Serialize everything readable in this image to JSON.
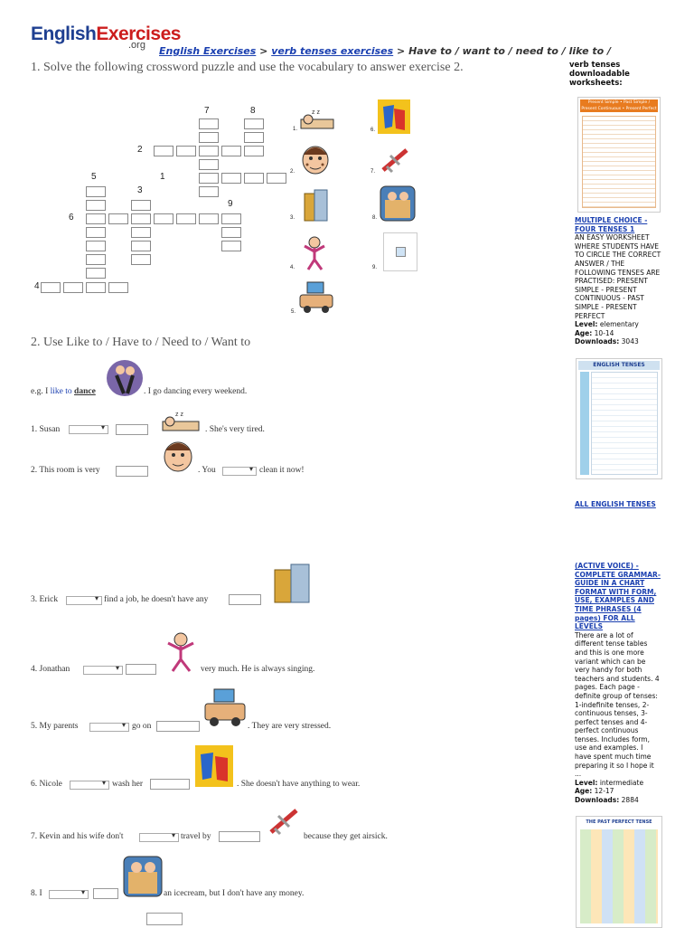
{
  "logo": {
    "english": "English",
    "exercises": "Exercises",
    "org": ".org"
  },
  "breadcrumb": {
    "link1": "English Exercises",
    "sep1": " > ",
    "link2": "verb tenses exercises",
    "sep2": " > ",
    "current": "Have to / want to / need to / like to /"
  },
  "section1": {
    "title": "1. Solve the following crossword puzzle and use the vocabulary to answer exercise 2."
  },
  "crossword": {
    "numbers": [
      "7",
      "8",
      "2",
      "5",
      "1",
      "3",
      "9",
      "6",
      "4"
    ]
  },
  "pictures": {
    "labels": [
      "1.",
      "2.",
      "3.",
      "4.",
      "5.",
      "6.",
      "7.",
      "8.",
      "9."
    ]
  },
  "section2": {
    "title": "2. Use Like to / Have to / Need to / Want to"
  },
  "example": {
    "prefix": "e.g. I ",
    "verb": "like to",
    "answer": "dance",
    "suffix": ". I go dancing every weekend."
  },
  "questions": [
    {
      "a": "1. Susan",
      "b": "",
      "c": ". She's very tired."
    },
    {
      "a": "2. This room is very",
      "b": ". You",
      "c": "clean it now!"
    },
    {
      "a": "3. Erick",
      "b": "find a job, he doesn't have any",
      "c": ""
    },
    {
      "a": "4. Jonathan",
      "b": "",
      "c": "very much. He is always singing."
    },
    {
      "a": "5. My parents",
      "b": "go on",
      "c": ". They are very stressed."
    },
    {
      "a": "6. Nicole",
      "b": "wash her",
      "c": ". She doesn't have anything to wear."
    },
    {
      "a": "7. Kevin and his wife don't",
      "b": "travel by",
      "c": "because they get airsick."
    },
    {
      "a": "8. I",
      "b": "",
      "c": "an icecream, but I don't have any money."
    }
  ],
  "sidebar": {
    "heading": "verb tenses downloadable worksheets:",
    "items": [
      {
        "title": "MULTIPLE CHOICE - FOUR TENSES 1",
        "desc": "AN EASY WORKSHEET WHERE STUDENTS HAVE TO CIRCLE THE CORRECT ANSWER / THE FOLLOWING TENSES ARE PRACTISED: PRESENT SIMPLE - PRESENT CONTINUOUS - PAST SIMPLE - PRESENT PERFECT",
        "level_label": "Level:",
        "level": "elementary",
        "age_label": "Age:",
        "age": "10-14",
        "downloads_label": "Downloads:",
        "downloads": "3043",
        "thumb_title": "Present Simple • Past Simple / Present Continuous • Present Perfect"
      },
      {
        "title": "ALL ENGLISH TENSES",
        "thumb_title": "ENGLISH TENSES"
      },
      {
        "title": "(ACTIVE VOICE) - COMPLETE GRAMMAR-GUIDE IN A CHART FORMAT WITH FORM, USE, EXAMPLES AND TIME PHRASES (4 pages) FOR ALL LEVELS",
        "desc": "There are a lot of different tense tables and this is one more variant which can be very handy for both teachers and students. 4 pages. Each page - definite group of tenses: 1-indefinite tenses, 2-continuous tenses, 3-perfect tenses and 4-perfect continuous tenses. Includes form, use and examples. I have spent much time preparing it so I hope it ...",
        "level_label": "Level:",
        "level": "intermediate",
        "age_label": "Age:",
        "age": "12-17",
        "downloads_label": "Downloads:",
        "downloads": "2884"
      },
      {
        "thumb_title": "THE PAST PERFECT TENSE"
      }
    ]
  }
}
